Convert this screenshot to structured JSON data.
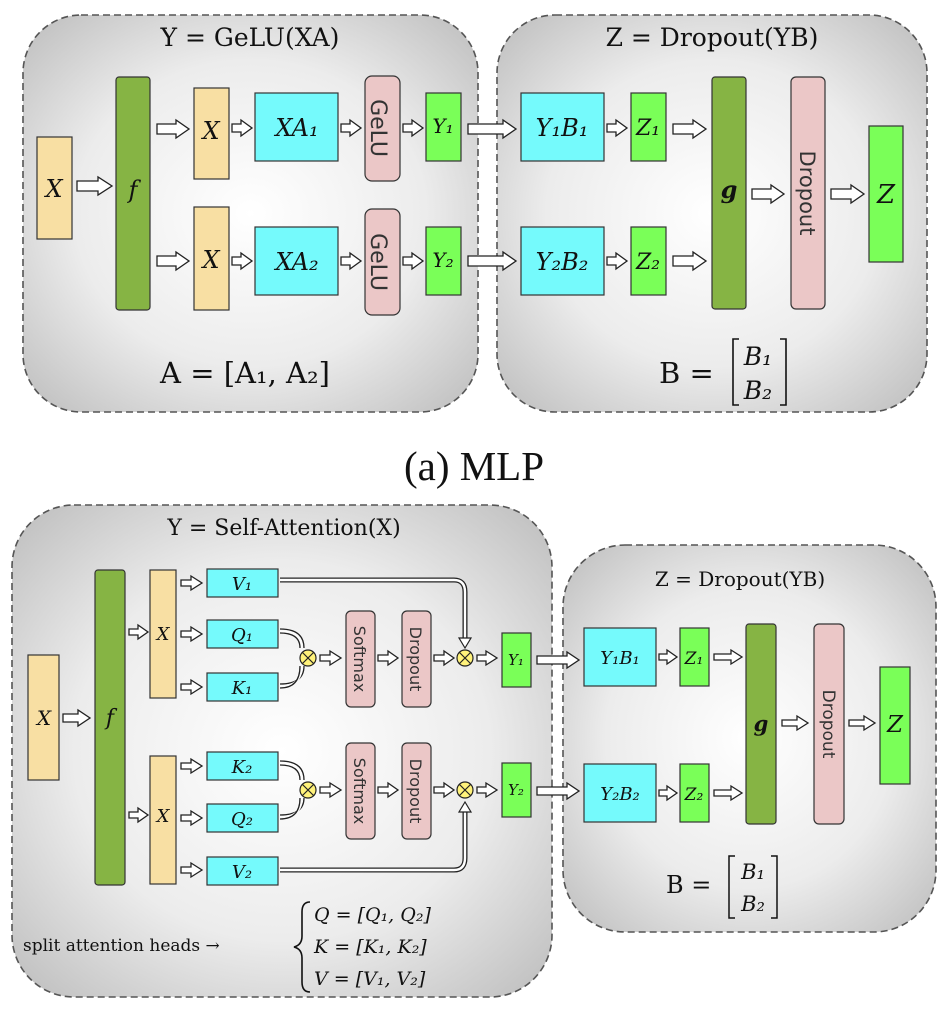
{
  "mlp": {
    "left_title": "Y = GeLU(XA)",
    "right_title": "Z = Dropout(YB)",
    "input_x": "X",
    "f_label": "f",
    "x1": "X",
    "x2": "X",
    "xa1": "XA₁",
    "xa2": "XA₂",
    "gelu1": "GeLU",
    "gelu2": "GeLU",
    "y1": "Y₁",
    "y2": "Y₂",
    "y1b1": "Y₁B₁",
    "y2b2": "Y₂B₂",
    "z1": "Z₁",
    "z2": "Z₂",
    "g_label": "g",
    "dropout": "Dropout",
    "z_out": "Z",
    "a_formula": "A = [A₁, A₂]",
    "b_lhs": "B =",
    "b_top": "B₁",
    "b_bot": "B₂",
    "caption": "(a) MLP"
  },
  "attn": {
    "left_title": "Y = Self-Attention(X)",
    "right_title": "Z = Dropout(YB)",
    "input_x": "X",
    "f_label": "f",
    "x1": "X",
    "x2": "X",
    "v1": "V₁",
    "q1": "Q₁",
    "k1": "K₁",
    "k2": "K₂",
    "q2": "Q₂",
    "v2": "V₂",
    "softmax1": "Softmax",
    "softmax2": "Softmax",
    "dropout1": "Dropout",
    "dropout2": "Dropout",
    "y1": "Y₁",
    "y2": "Y₂",
    "y1b1": "Y₁B₁",
    "y2b2": "Y₂B₂",
    "z1": "Z₁",
    "z2": "Z₂",
    "g_label": "g",
    "dropout_right": "Dropout",
    "z_out": "Z",
    "b_lhs": "B =",
    "b_top": "B₁",
    "b_bot": "B₂",
    "split_label": "split attention heads →",
    "q_def": "Q = [Q₁, Q₂]",
    "k_def": "K = [K₁, K₂]",
    "v_def": "V = [V₁, V₂]"
  },
  "colors": {
    "input_yellow": "#f8dfa3",
    "green_dark": "#86b444",
    "cyan": "#75fafc",
    "pink": "#ebc7c7",
    "bright_green": "#7aff58",
    "otimes": "#fff27a"
  }
}
